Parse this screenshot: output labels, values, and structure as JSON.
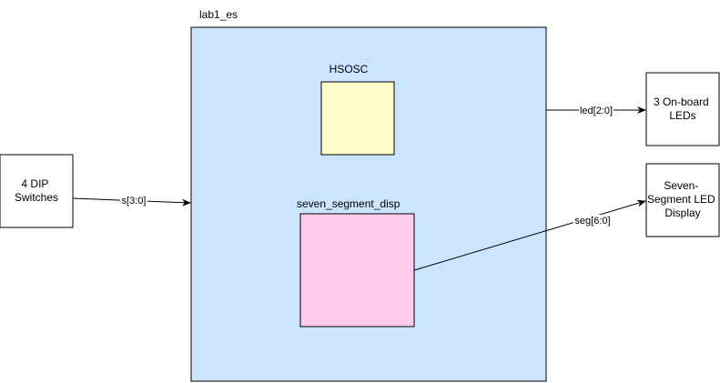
{
  "diagram": {
    "colors": {
      "background": "#ffffff",
      "top_module_fill": "#cce5ff",
      "hsosc_fill": "#ffffcc",
      "seven_seg_fill": "#ffccee",
      "io_fill": "#ffffff",
      "stroke": "#000000"
    },
    "top_module": {
      "label": "lab1_es"
    },
    "submodules": {
      "hsosc": {
        "label": "HSOSC"
      },
      "seven_segment": {
        "label": "seven_segment_disp"
      }
    },
    "inputs": {
      "dip": {
        "lines": [
          "4 DIP",
          "Switches"
        ]
      }
    },
    "outputs": {
      "leds": {
        "lines": [
          "3 On-board",
          "LEDs"
        ]
      },
      "seven_seg_display": {
        "lines": [
          "Seven-",
          "Segment LED",
          "Display"
        ]
      }
    },
    "signals": {
      "switches": "s[3:0]",
      "leds": "led[2:0]",
      "segments": "seg[6:0]"
    }
  }
}
